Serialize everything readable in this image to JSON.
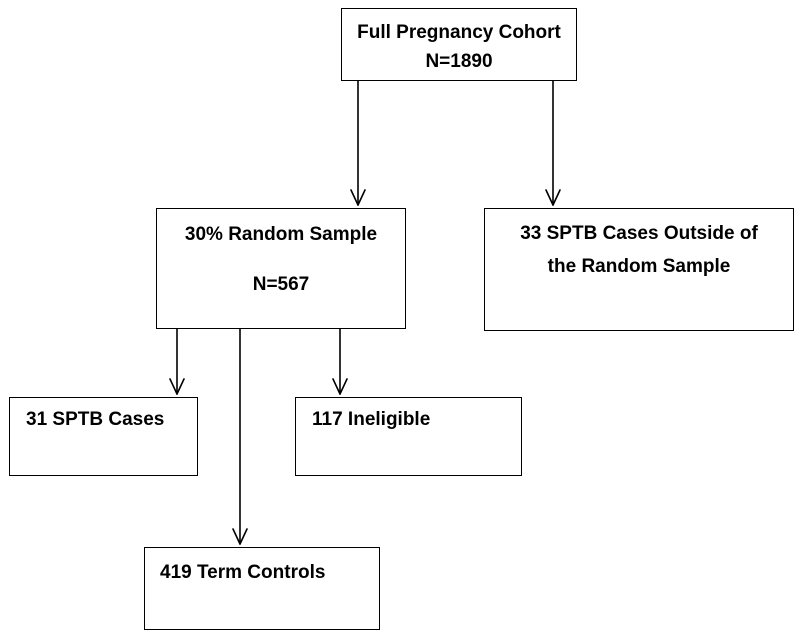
{
  "nodes": {
    "full_cohort": {
      "title": "Full Pregnancy Cohort",
      "count": "N=1890"
    },
    "random_sample": {
      "title": "30% Random Sample",
      "count": "N=567"
    },
    "outside_cases": {
      "line1": "33 SPTB Cases Outside of",
      "line2": "the Random Sample"
    },
    "sptb_cases": {
      "label": "31 SPTB Cases"
    },
    "ineligible": {
      "label": "117 Ineligible"
    },
    "term_controls": {
      "label": "419 Term Controls"
    }
  },
  "edges": [
    {
      "from": "full_cohort",
      "to": "random_sample"
    },
    {
      "from": "full_cohort",
      "to": "outside_cases"
    },
    {
      "from": "random_sample",
      "to": "sptb_cases"
    },
    {
      "from": "random_sample",
      "to": "ineligible"
    },
    {
      "from": "random_sample",
      "to": "term_controls"
    }
  ],
  "colors": {
    "line": "#000000",
    "box_border": "#000000",
    "background": "#ffffff"
  }
}
